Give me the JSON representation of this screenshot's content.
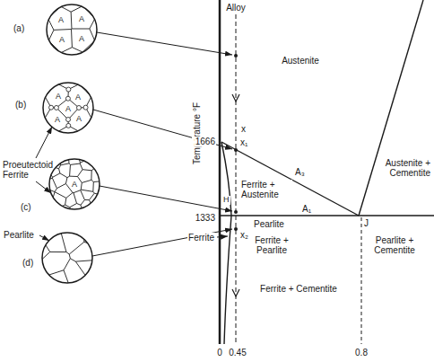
{
  "diagram": {
    "nodes": [
      {
        "text": [
          "(a)",
          "A",
          "A",
          "A",
          "A"
        ]
      },
      {
        "text": [
          "(b)",
          "A",
          "A",
          "A",
          "A",
          "A"
        ]
      },
      {
        "text": [
          "(c)",
          "A"
        ]
      },
      {
        "text": [
          "(d)"
        ]
      }
    ],
    "labels": [
      "Alloy",
      "Austenite",
      "Temperature °F",
      "x",
      "1666",
      "x₁",
      "Ferrite + Austenite",
      "A₃",
      "Austenite + Cementite",
      "H",
      "1333",
      "A₁",
      "J",
      "Ferrite",
      "x₂",
      "Pearlite",
      "Ferrite + Pearlite",
      "Pearlite + Cementite",
      "Ferrite + Cementite",
      "0",
      "0.45",
      "0.8",
      "Proeutectoid Ferrite",
      "Pearlite"
    ]
  }
}
